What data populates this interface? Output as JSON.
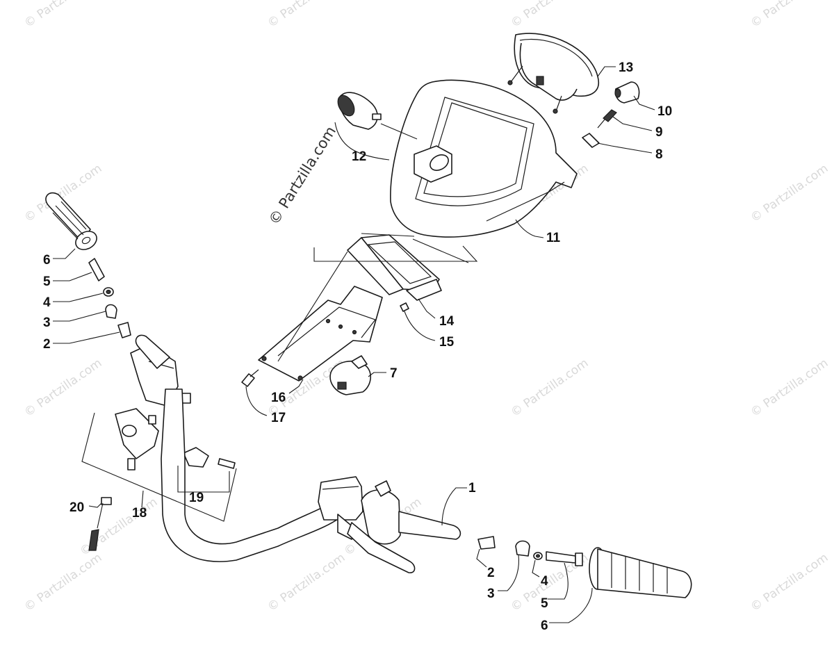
{
  "watermark": {
    "text": "© Partzilla.com",
    "main_text": "© Partzilla.com",
    "color": "#d9d9d9"
  },
  "callouts": {
    "n1": "1",
    "n2a": "2",
    "n2b": "2",
    "n3a": "3",
    "n3b": "3",
    "n4a": "4",
    "n4b": "4",
    "n5a": "5",
    "n5b": "5",
    "n6a": "6",
    "n6b": "6",
    "n7": "7",
    "n8": "8",
    "n9": "9",
    "n10": "10",
    "n11": "11",
    "n12": "12",
    "n13": "13",
    "n14": "14",
    "n15": "15",
    "n16": "16",
    "n17": "17",
    "n18": "18",
    "n19": "19",
    "n20": "20"
  }
}
